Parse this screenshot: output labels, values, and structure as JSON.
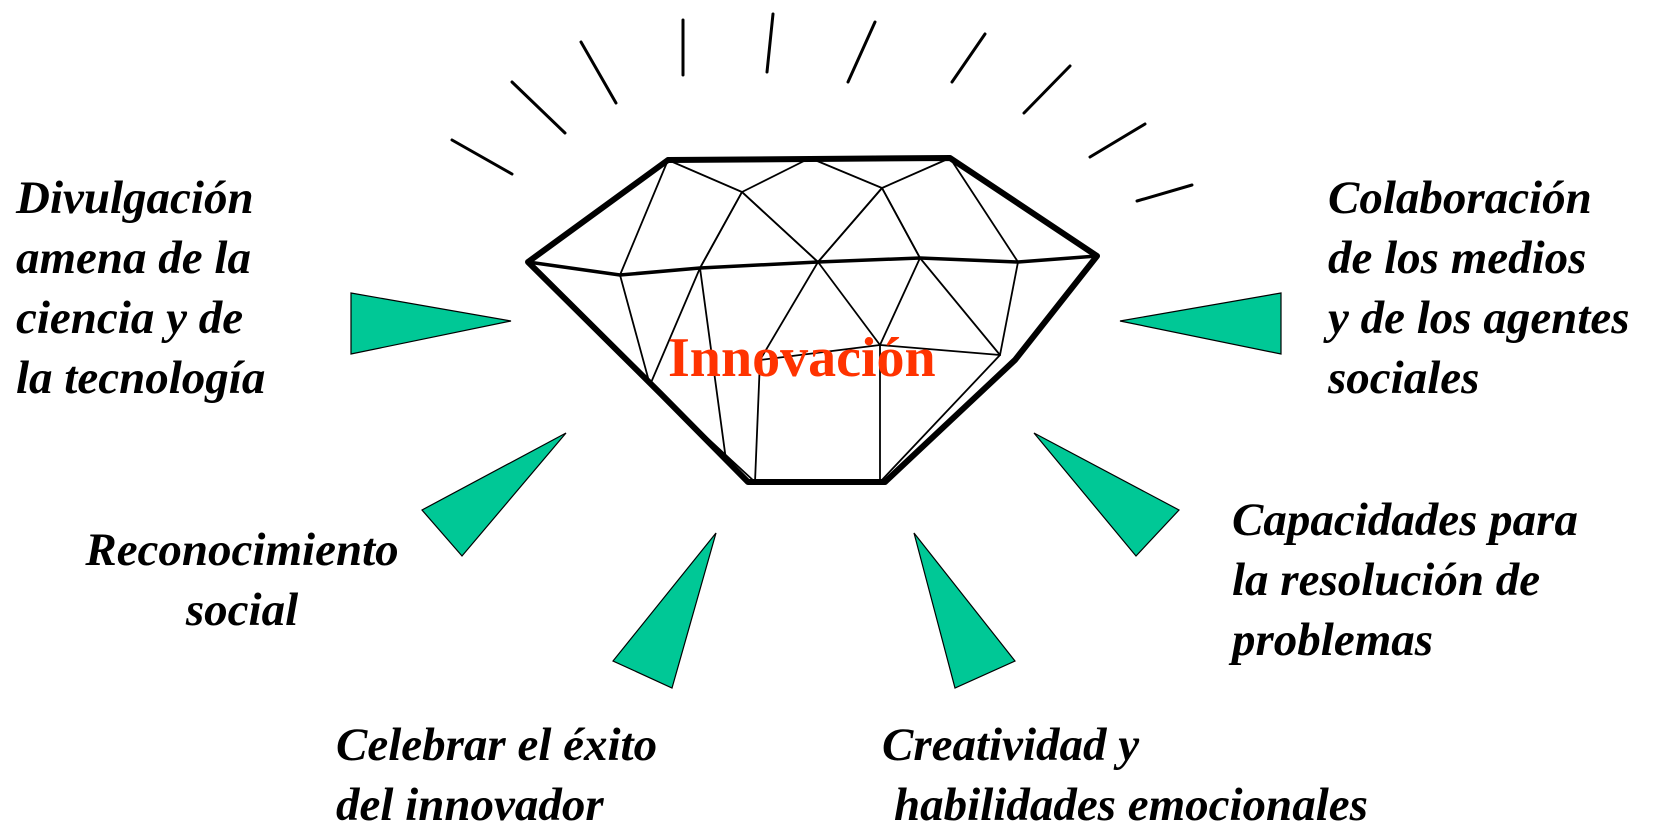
{
  "center_label": "Innovación",
  "colors": {
    "center_label": "#FF3300",
    "pointer_fill": "#00C896",
    "outline": "#000000",
    "label_text": "#000000"
  },
  "labels": {
    "divulgacion": [
      "Divulgación",
      "amena de la",
      "ciencia y de",
      "la tecnología"
    ],
    "colaboracion": [
      "Colaboración",
      "de los medios",
      "y de los agentes",
      "sociales"
    ],
    "reconocimiento": [
      "Reconocimiento",
      "social"
    ],
    "capacidades": [
      "Capacidades para",
      "la resolución de",
      "problemas"
    ],
    "celebrar": [
      "Celebrar el éxito",
      "del innovador"
    ],
    "creatividad": [
      "Creatividad y",
      "habilidades emocionales"
    ]
  }
}
